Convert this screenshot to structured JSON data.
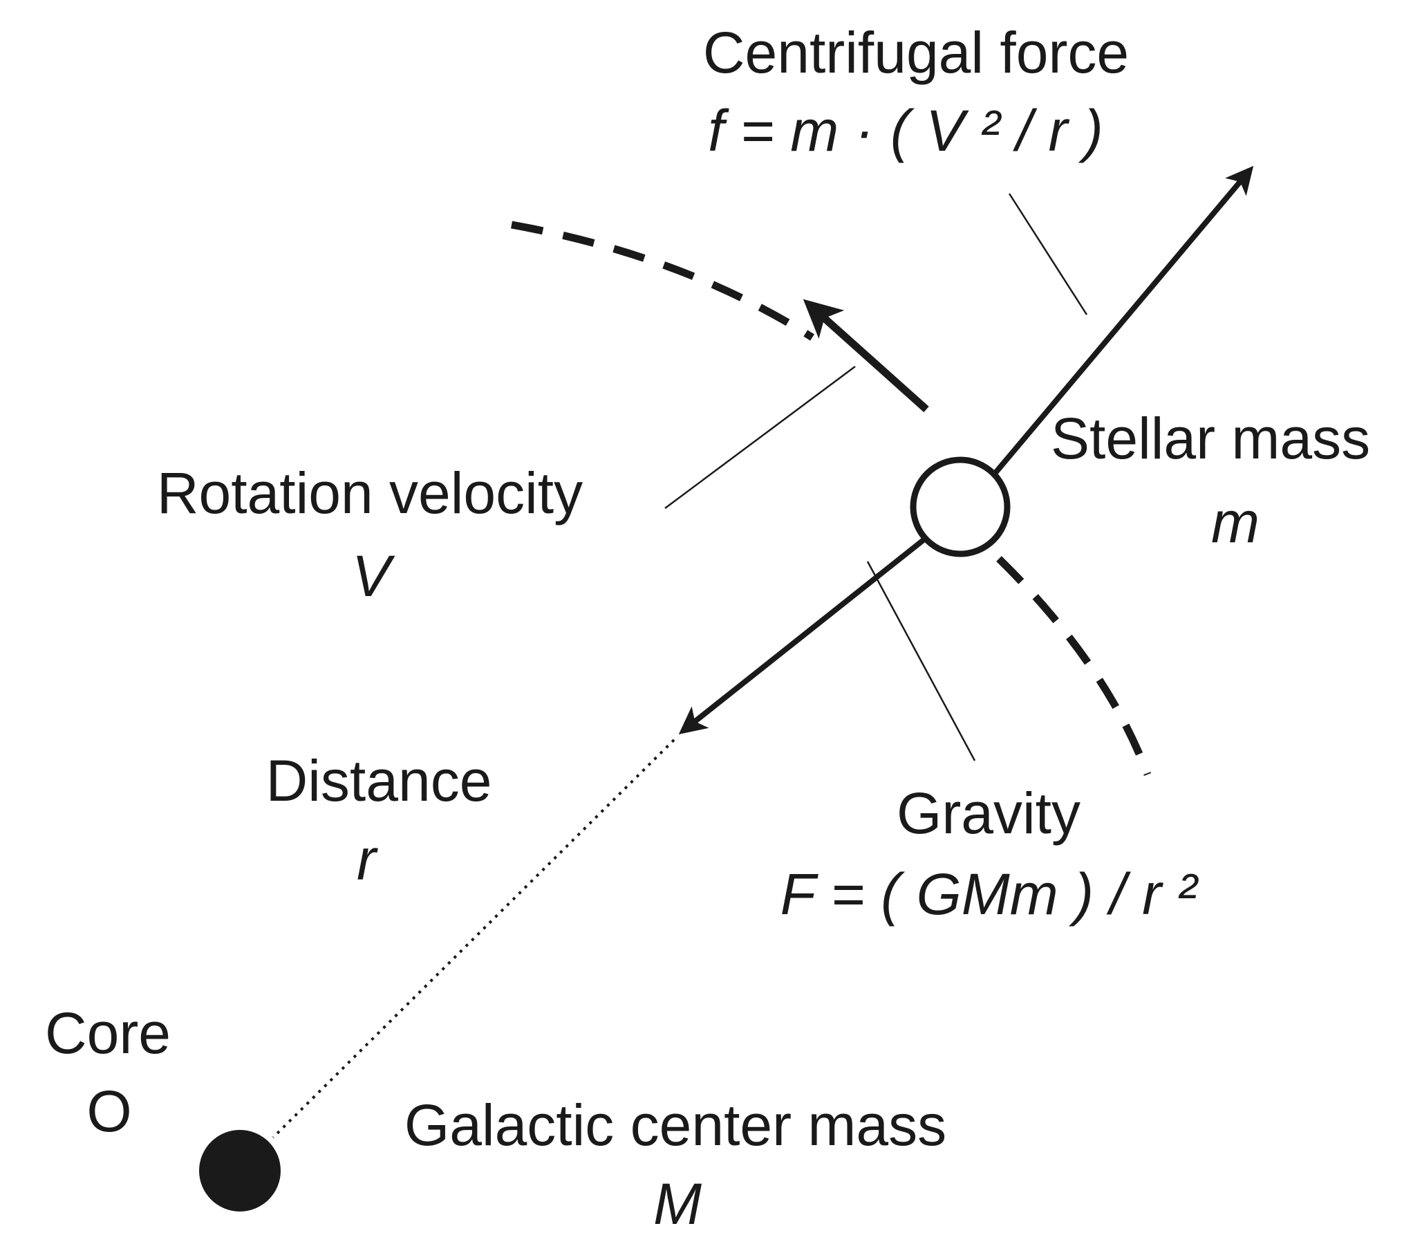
{
  "diagram": {
    "subject": "Galactic rotation force balance",
    "colors": {
      "ink": "#1a1a1a",
      "background": "#ffffff"
    },
    "labels": {
      "centrifugal_title": "Centrifugal force",
      "centrifugal_formula": "f = m · ( V ² / r )",
      "stellar_title": "Stellar mass",
      "stellar_symbol": "m",
      "velocity_title": "Rotation velocity",
      "velocity_symbol": "V",
      "distance_title": "Distance",
      "distance_symbol": "r",
      "gravity_title": "Gravity",
      "gravity_formula": "F = ( GMm ) / r ²",
      "core_title": "Core",
      "core_symbol": "O",
      "center_mass_title": "Galactic center mass",
      "center_mass_symbol": "M"
    },
    "nodes": [
      {
        "id": "stellar-mass",
        "shape": "hollow-circle"
      },
      {
        "id": "galactic-core",
        "shape": "filled-circle"
      }
    ],
    "edges": [
      {
        "id": "centrifugal-force-arrow",
        "from": "stellar-mass",
        "direction": "outward",
        "style": "solid-arrow"
      },
      {
        "id": "rotation-velocity-arrow",
        "from": "stellar-mass",
        "direction": "tangential",
        "style": "solid-arrow"
      },
      {
        "id": "gravity-arrow",
        "from": "stellar-mass",
        "direction": "toward-core",
        "style": "solid-arrow"
      },
      {
        "id": "distance-line",
        "from": "stellar-mass",
        "to": "galactic-core",
        "style": "dotted"
      },
      {
        "id": "orbit-path",
        "style": "dashed-arc"
      }
    ]
  }
}
